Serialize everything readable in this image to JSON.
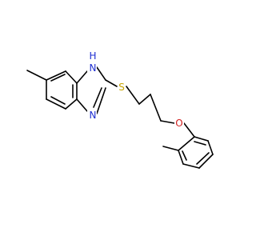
{
  "colors": {
    "background": "#ffffff",
    "bond": "#000000",
    "nitrogen": "#1f2fd1",
    "oxygen": "#d12020",
    "sulfur": "#c8a400"
  },
  "atoms": {
    "nh": {
      "label": "H\nN",
      "h": "H",
      "n": "N"
    },
    "n": "N",
    "s": "S",
    "o": "O"
  }
}
